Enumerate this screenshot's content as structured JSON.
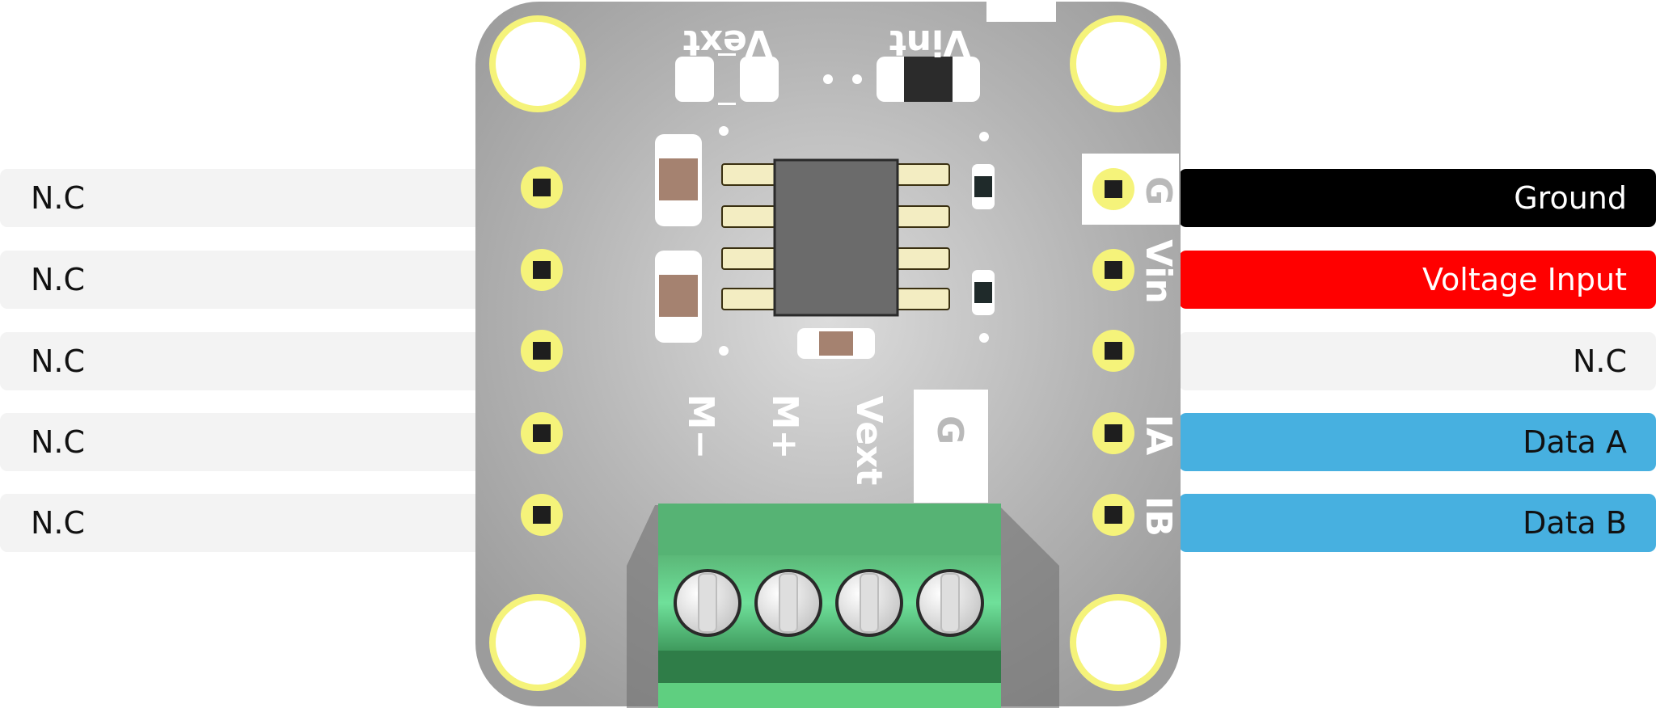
{
  "board": {
    "silk_top_left": "Vext",
    "silk_top_right": "Vint",
    "silk_terminals": [
      "M−",
      "M+",
      "Vext",
      "G"
    ],
    "silk_right_pins": [
      "G",
      "Vin",
      "IA",
      "IB"
    ]
  },
  "left_pins": [
    "N.C",
    "N.C",
    "N.C",
    "N.C",
    "N.C"
  ],
  "right_pins": [
    "Ground",
    "Voltage  Input",
    "N.C",
    "Data A",
    "Data B"
  ],
  "colors": {
    "ground": "#000000",
    "voltage_input": "#ff0000",
    "nc": "#f3f3f3",
    "data": "#47b0e0",
    "board": "#b5b5b5",
    "terminal": "#5fcf80"
  }
}
